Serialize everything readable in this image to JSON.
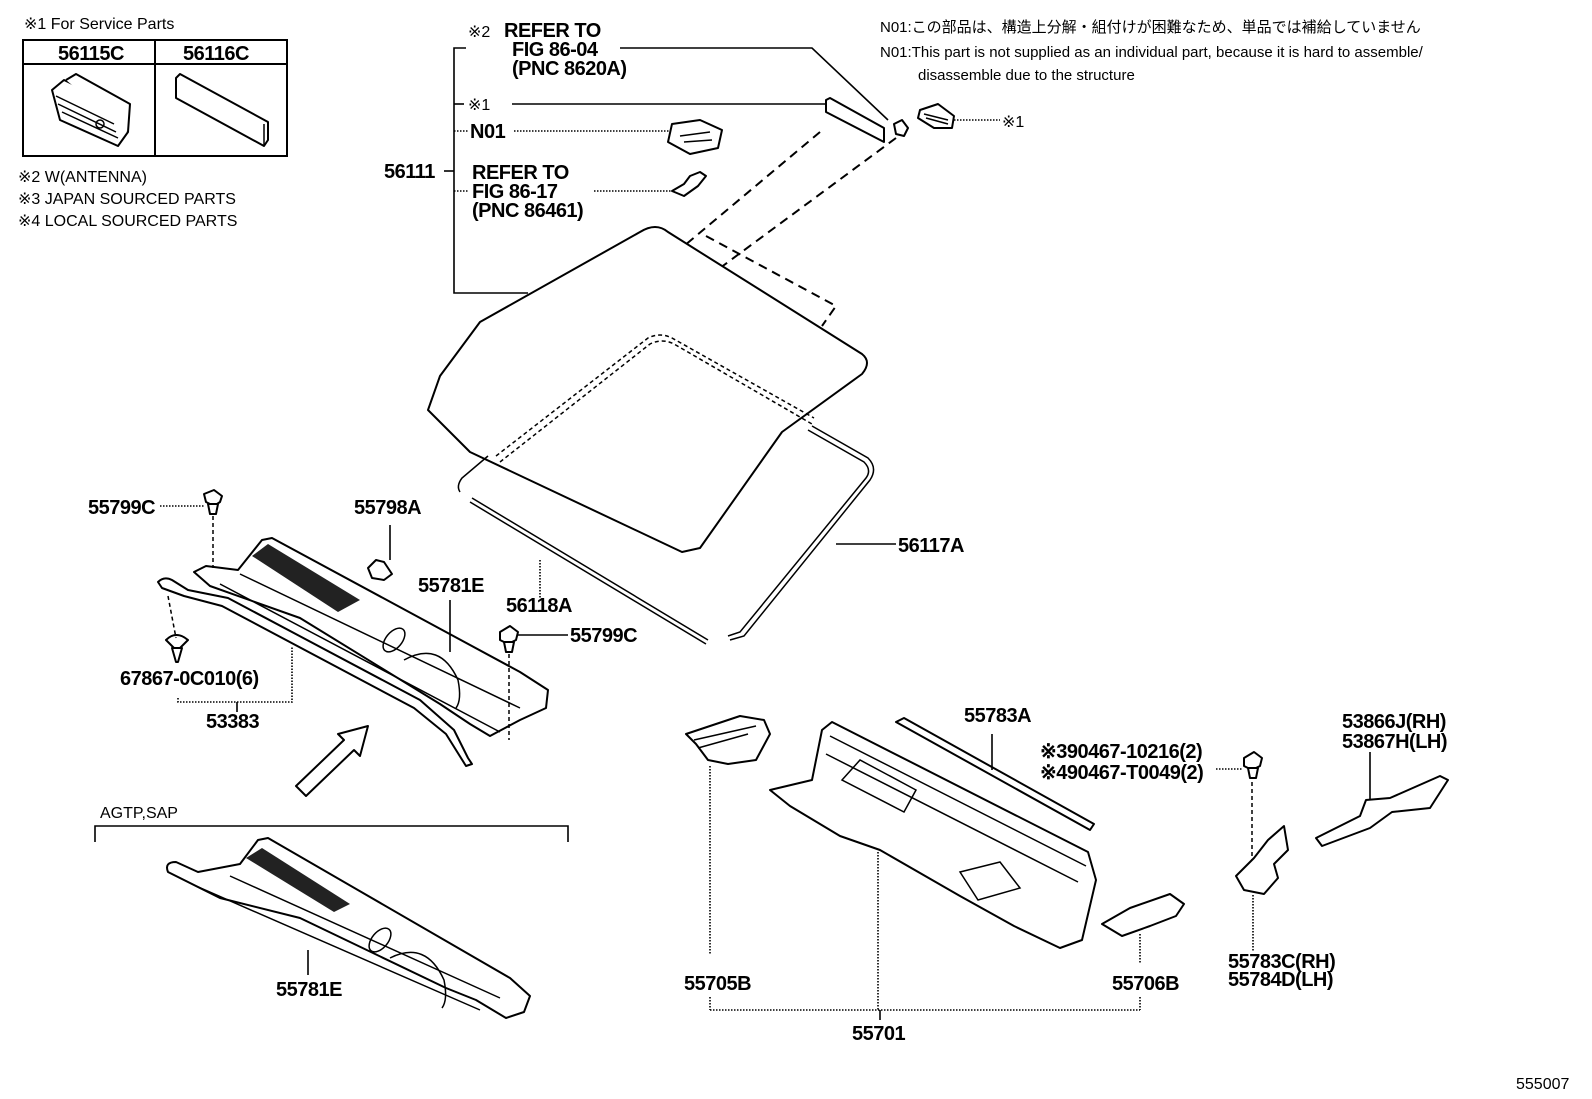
{
  "service_parts_box": {
    "title": "※1 For Service Parts",
    "columns": [
      "56115C",
      "56116C"
    ]
  },
  "legend_notes": [
    "※2 W(ANTENNA)",
    "※3 JAPAN SOURCED PARTS",
    "※4 LOCAL SOURCED PARTS"
  ],
  "n01_notes": {
    "japanese": "N01:この部品は、構造上分解・組付けが困難なため、単品では補給していません",
    "english_line1": "N01:This part is not supplied as an individual part, because it is hard to assemble/",
    "english_line2": "disassemble due to the structure"
  },
  "windshield_group": {
    "part_number": "56111",
    "ref1": {
      "mark": "※2",
      "line1": "REFER TO",
      "line2": "FIG 86-04",
      "line3": "(PNC 8620A)"
    },
    "sub1": "※1",
    "sub2": "N01",
    "ref2": {
      "line1": "REFER TO",
      "line2": "FIG 86-17",
      "line3": "(PNC 86461)"
    },
    "right_mark": "※1"
  },
  "callouts": {
    "p55799c_left": "55799C",
    "p55798a": "55798A",
    "p55781e_top": "55781E",
    "p56118a": "56118A",
    "p56117a": "56117A",
    "p55799c_right": "55799C",
    "p67867": "67867-0C010(6)",
    "p53383": "53383",
    "p55783a": "55783A",
    "bolt_line1": "※390467-10216(2)",
    "bolt_line2": "※490467-T0049(2)",
    "p53866j": "53866J(RH)",
    "p53867h": "53867H(LH)",
    "p55783c": "55783C(RH)",
    "p55784d": "55784D(LH)",
    "p55705b": "55705B",
    "p55706b": "55706B",
    "p55701": "55701",
    "p55781e_bottom": "55781E"
  },
  "variant_label": "AGTP,SAP",
  "figure_id": "555007"
}
